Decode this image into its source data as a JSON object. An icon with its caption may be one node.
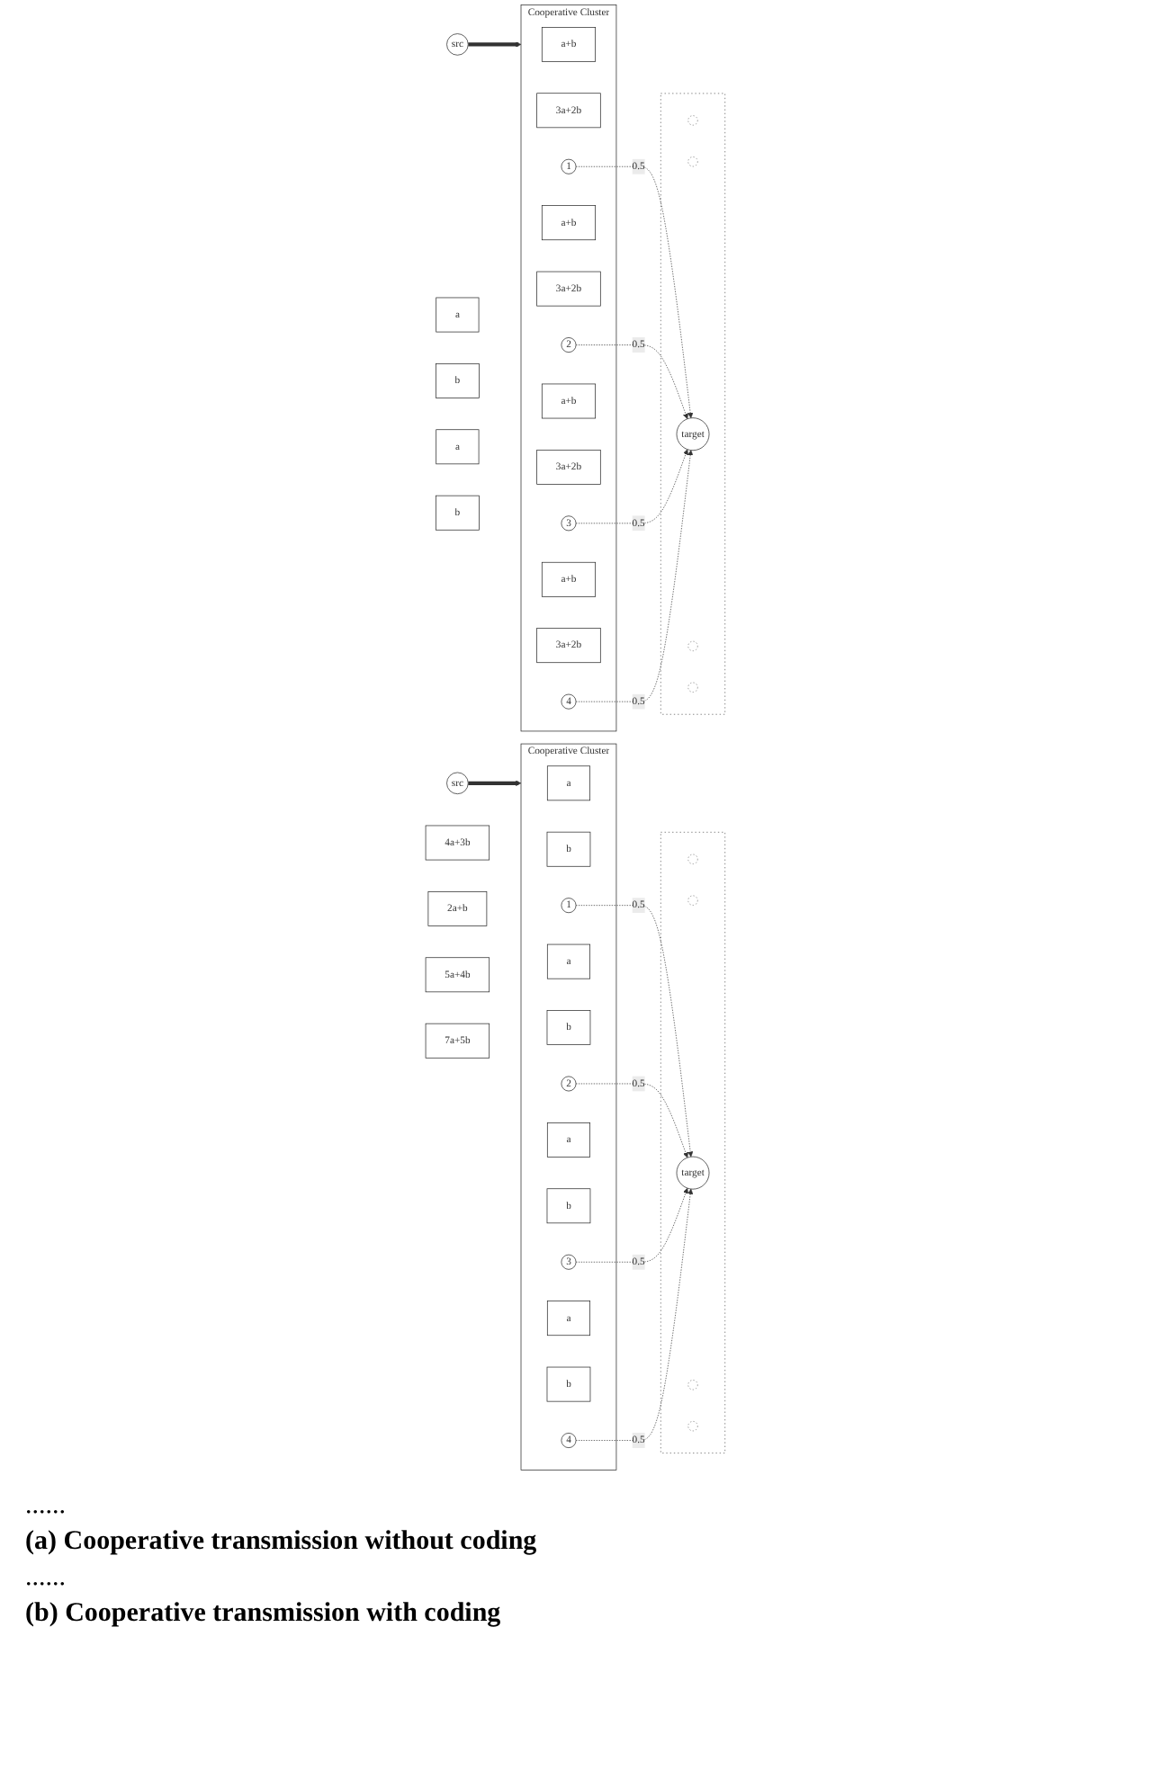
{
  "diagram": {
    "nodes": [
      {
        "text": [
          "Cooperative Cluster"
        ]
      },
      {
        "text": [
          "a"
        ],
        "in": 0
      },
      {
        "text": [
          "b"
        ],
        "in": 0
      },
      {
        "text": [
          "1"
        ],
        "in": 0
      },
      {
        "text": [
          "a"
        ],
        "in": 0
      },
      {
        "text": [
          "b"
        ],
        "in": 0
      },
      {
        "text": [
          "2"
        ],
        "in": 0
      },
      {
        "text": [
          "a"
        ],
        "in": 0
      },
      {
        "text": [
          "b"
        ],
        "in": 0
      },
      {
        "text": [
          "3"
        ],
        "in": 0
      },
      {
        "text": [
          "a"
        ],
        "in": 0
      },
      {
        "text": [
          "b"
        ],
        "in": 0
      },
      {
        "text": [
          "4"
        ],
        "in": 0
      },
      {
        "text": [
          "src"
        ]
      },
      {
        "text": [
          "a"
        ]
      },
      {
        "text": [
          "b"
        ]
      },
      {
        "text": [
          "a"
        ]
      },
      {
        "text": [
          "b"
        ]
      },
      {
        "text": [],
        "shape": "ellipse"
      },
      {
        "text": [],
        "shape": "circle",
        "in": 18
      },
      {
        "text": [],
        "shape": "circle",
        "in": 18
      },
      {
        "text": [
          "target"
        ],
        "in": 18
      },
      {
        "text": [],
        "shape": "circle",
        "in": 18
      },
      {
        "text": [],
        "shape": "circle",
        "in": 18
      },
      {
        "text": [
          "Cooperative Cluster"
        ]
      },
      {
        "text": [
          "a+b"
        ],
        "in": 24
      },
      {
        "text": [
          "3a+2b"
        ],
        "in": 24
      },
      {
        "text": [
          "1"
        ],
        "in": 24
      },
      {
        "text": [
          "a+b"
        ],
        "in": 24
      },
      {
        "text": [
          "3a+2b"
        ],
        "in": 24
      },
      {
        "text": [
          "2"
        ],
        "in": 24
      },
      {
        "text": [
          "a+b"
        ],
        "in": 24
      },
      {
        "text": [
          "3a+2b"
        ],
        "in": 24
      },
      {
        "text": [
          "3"
        ],
        "in": 24
      },
      {
        "text": [
          "a+b"
        ],
        "in": 24
      },
      {
        "text": [
          "3a+2b"
        ],
        "in": 24
      },
      {
        "text": [
          "4"
        ],
        "in": 24
      },
      {
        "text": [
          "src"
        ]
      },
      {
        "text": [
          "4a+3b"
        ]
      },
      {
        "text": [
          "2a+b"
        ]
      },
      {
        "text": [
          "5a+4b"
        ]
      },
      {
        "text": [
          "7a+5b"
        ]
      },
      {
        "text": [],
        "shape": "ellipse"
      },
      {
        "text": [],
        "shape": "circle",
        "in": 42
      },
      {
        "text": [],
        "shape": "circle",
        "in": 42
      },
      {
        "text": [
          "target"
        ],
        "in": 42
      },
      {
        "text": [],
        "shape": "circle",
        "in": 42
      },
      {
        "text": [],
        "shape": "circle",
        "in": 42
      }
    ],
    "edges": [
      {
        "from": 13,
        "to": 0,
        "arrow": "to",
        "style": "thick"
      },
      {
        "from": 3,
        "to": 21,
        "arrow": "to",
        "label": "0.5",
        "style": "dashed"
      },
      {
        "from": 6,
        "to": 21,
        "arrow": "to",
        "label": "0.5",
        "style": "dashed"
      },
      {
        "from": 9,
        "to": 21,
        "arrow": "to",
        "label": "0.5",
        "style": "dashed"
      },
      {
        "from": 12,
        "to": 21,
        "arrow": "to",
        "label": "0.5",
        "style": "dashed"
      },
      {
        "from": 37,
        "to": 24,
        "arrow": "to",
        "style": "thick"
      },
      {
        "from": 27,
        "to": 45,
        "arrow": "to",
        "label": "0.5",
        "style": "dashed"
      },
      {
        "from": 30,
        "to": 45,
        "arrow": "to",
        "label": "0.5",
        "style": "dashed"
      },
      {
        "from": 33,
        "to": 45,
        "arrow": "to",
        "label": "0.5",
        "style": "dashed"
      },
      {
        "from": 36,
        "to": 45,
        "arrow": "to",
        "label": "0.5",
        "style": "dashed"
      }
    ],
    "labels": [
      "......",
      "(a) Cooperative transmission without coding",
      "......",
      "(b) Cooperative transmission with coding"
    ]
  }
}
